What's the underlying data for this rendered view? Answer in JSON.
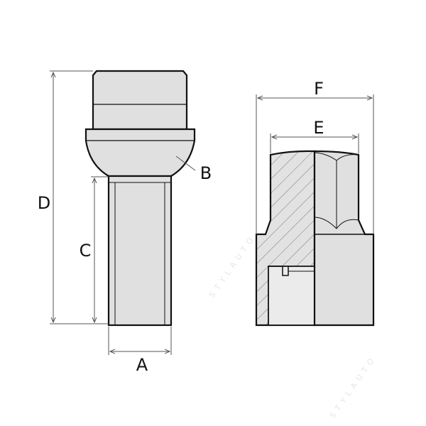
{
  "labels": {
    "a": "A",
    "b": "B",
    "c": "C",
    "d": "D",
    "e": "E",
    "f": "F"
  },
  "watermark": "STYLAUTO",
  "colors": {
    "fill": "#e0e0e0",
    "fill_light": "#ebebeb",
    "stroke": "#111111",
    "dim": "#555555"
  }
}
